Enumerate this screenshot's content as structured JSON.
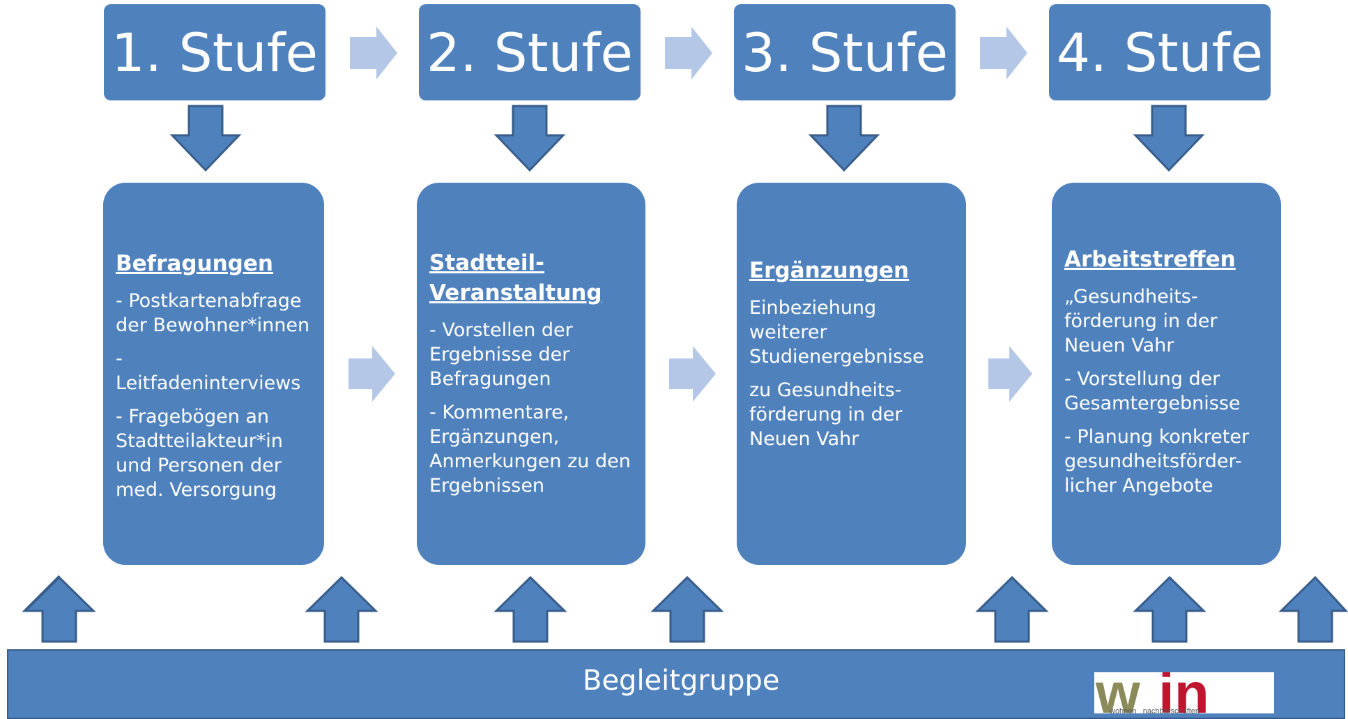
{
  "colors": {
    "box_fill": "#4f81bd",
    "box_border": "#385d8a",
    "light_arrow": "#b4c7e7",
    "text": "#ffffff",
    "logo_w": "#8a8a5a",
    "logo_in": "#c0152f"
  },
  "stages": [
    {
      "label": "1. Stufe"
    },
    {
      "label": "2. Stufe"
    },
    {
      "label": "3. Stufe"
    },
    {
      "label": "4. Stufe"
    }
  ],
  "cards": [
    {
      "heading": "Befragungen",
      "paragraphs": [
        "- Postkartenabfrage der Bewohner*innen",
        "- Leitfadeninterviews",
        "- Fragebögen an Stadtteilakteur*in und Personen der med. Versorgung"
      ]
    },
    {
      "heading": "Stadtteil-Veranstaltung",
      "paragraphs": [
        "- Vorstellen der Ergebnisse der Befragungen",
        "- Kommentare, Ergänzungen, Anmerkungen zu den Ergebnissen"
      ]
    },
    {
      "heading": "Ergänzungen",
      "paragraphs": [
        "Einbeziehung weiterer Studienergebnisse",
        "zu Gesundheits-förderung in der Neuen Vahr"
      ]
    },
    {
      "heading": "Arbeitstreffen",
      "paragraphs": [
        "„Gesundheits-förderung in der Neuen Vahr",
        "- Vorstellung der Gesamtergebnisse",
        "- Planung konkreter gesundheitsförder-licher Angebote"
      ]
    }
  ],
  "bottom_bar": {
    "label": "Begleitgruppe"
  },
  "logo": {
    "part1": "w",
    "part2": "in",
    "small_text": "wohnen   nachbarschaften"
  }
}
